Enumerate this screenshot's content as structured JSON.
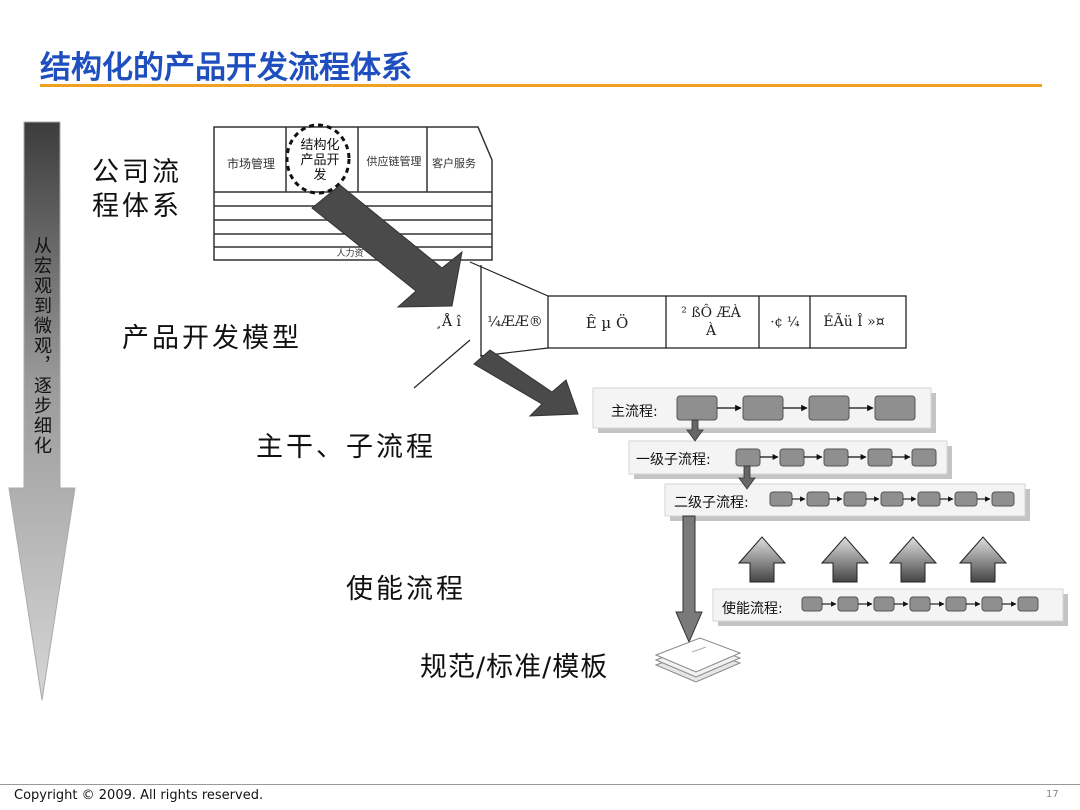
{
  "title": "结构化的产品开发流程体系",
  "side_arrow_label": "从宏观到微观，逐步细化",
  "levels": {
    "company": "公司流程体系",
    "model": "产品开发模型",
    "trunk": "主干、子流程",
    "enabling": "使能流程",
    "templates": "规范/标准/模板"
  },
  "company_table": {
    "cells": [
      "市场管理",
      "结构化产品开发",
      "供应链管理",
      "客户服务"
    ],
    "bottom": "人力资"
  },
  "model_table": {
    "cells": [
      "¸Å î",
      "¼ÆÆ®",
      "Ê µ Ö",
      "² ßÔ ÆÀ À",
      "·¢ ¼",
      "ÉÃü Î »¤"
    ]
  },
  "stack": {
    "main_label": "主流程:",
    "level1_label": "一级子流程:",
    "level2_label": "二级子流程:",
    "enabling_label": "使能流程:"
  },
  "colors": {
    "title": "#1f4fbf",
    "rule": "#f0a020",
    "arrow": "#4a4a4a",
    "box": "#8f8f8f",
    "panel": "#f4f4f4"
  },
  "footer": {
    "copyright": "Copyright © 2009. All rights reserved.",
    "page": "17"
  }
}
